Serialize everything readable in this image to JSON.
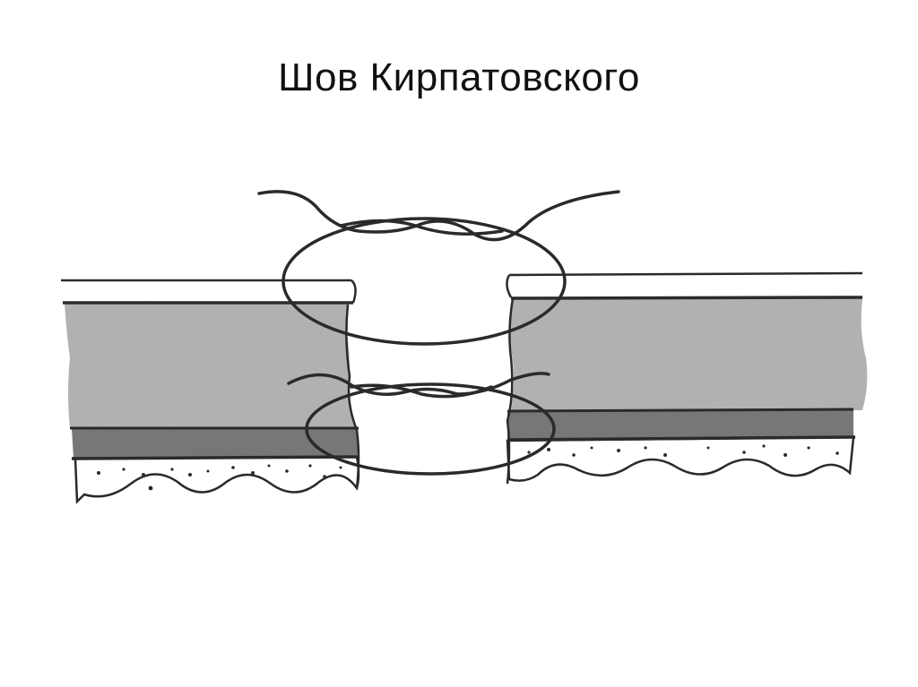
{
  "slide": {
    "title": "Шов Кирпатовского"
  },
  "diagram": {
    "subject": "suture-illustration",
    "layers": [
      "epithelium-line",
      "connective-tissue",
      "dense-layer",
      "loose-tissue"
    ],
    "colors": {
      "stroke": "#2a2a2a",
      "connective_tissue": "#b9b9b9",
      "dense_layer": "#7d7d7d",
      "loose_tissue": "#ffffff",
      "background": "#ffffff"
    },
    "sutures": [
      "upper-loop",
      "lower-loop"
    ]
  }
}
